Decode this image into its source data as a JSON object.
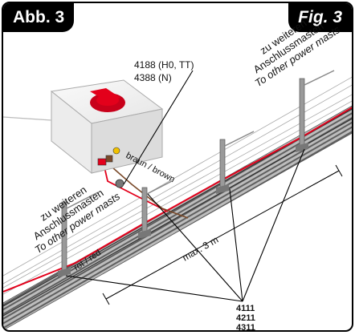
{
  "header": {
    "title_de": "Abb. 3",
    "title_en": "Fig. 3"
  },
  "labels": {
    "article_primary": "4188 (H0, TT)",
    "article_secondary": "4388 (N)",
    "wire_brown": "braun / brown",
    "wire_red": "rot / red",
    "distance": "max. 3 m",
    "mast_articles": [
      "4111",
      "4211",
      "4311"
    ],
    "other_masts_left": [
      "zu weiteren",
      "Anschlussmasten",
      "To other power masts"
    ],
    "other_masts_right": [
      "zu weiteren",
      "Anschlussmasten",
      "To other power masts"
    ]
  },
  "colors": {
    "wire_red": "#e3001b",
    "wire_brown": "#7a4a2a",
    "title_bg": "#000000",
    "knob_red": "#e3001b"
  }
}
